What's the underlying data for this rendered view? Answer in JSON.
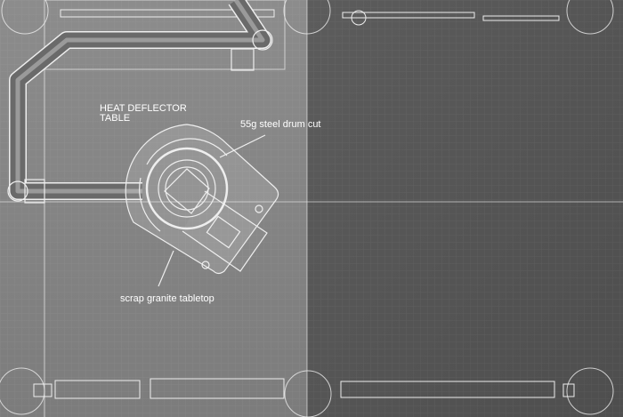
{
  "drawing": {
    "title": "HEAT DEFLECTOR TABLE",
    "labels": {
      "drum": "55g steel drum cut",
      "granite": "scrap granite tabletop"
    },
    "colors": {
      "left_panel": "#8a8a8a",
      "right_panel": "#5a5a5a",
      "line": "#f0f0f0"
    }
  }
}
